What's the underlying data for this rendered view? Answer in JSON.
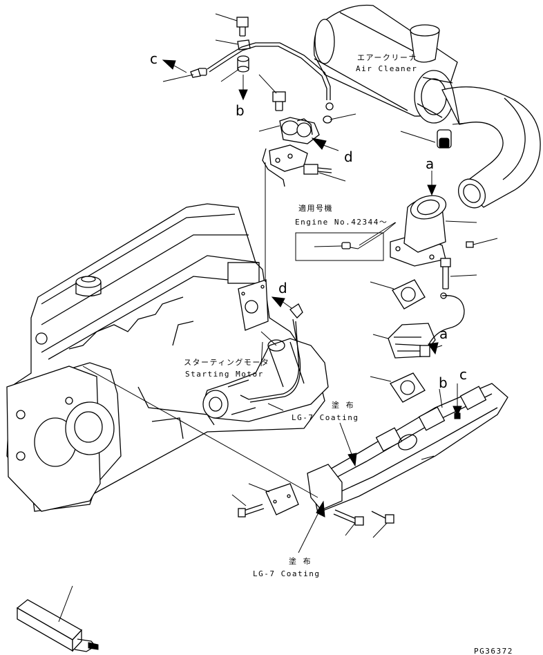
{
  "labels": {
    "air_cleaner_jp": "エアークリーナ",
    "air_cleaner_en": "Air Cleaner",
    "applicable_jp": "適用号機",
    "engine_no": "Engine No.42344～",
    "starting_motor_jp": "スターティングモータ",
    "starting_motor_en": "Starting Motor",
    "coating_jp_1": "塗 布",
    "coating_en_1": "LG-7 Coating",
    "coating_jp_2": "塗 布",
    "coating_en_2": "LG-7 Coating",
    "ref_a_top": "a",
    "ref_a_side": "a",
    "ref_b_top": "b",
    "ref_b_side": "b",
    "ref_c_top": "c",
    "ref_c_side": "c",
    "ref_d_top": "d",
    "ref_d_side": "d",
    "drawing_no": "PG36372"
  }
}
